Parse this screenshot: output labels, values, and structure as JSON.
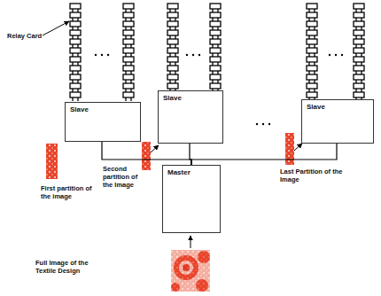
{
  "diagram": {
    "nodes": [
      {
        "text": [
          "Slave"
        ]
      },
      {
        "text": [
          "Slave"
        ]
      },
      {
        "text": [
          "Slave"
        ]
      },
      {
        "text": [
          "Master"
        ]
      }
    ],
    "edges": [
      {
        "from": 3,
        "to": 0,
        "arrow": "none"
      },
      {
        "from": 3,
        "to": 1,
        "arrow": "none"
      },
      {
        "from": 3,
        "to": 2,
        "arrow": "none"
      }
    ],
    "labels": [
      "Relay Card",
      "First partition of the image",
      "Second partition of the Image",
      "Last Partition of the Image",
      "Full Image of the Textile Design"
    ]
  }
}
